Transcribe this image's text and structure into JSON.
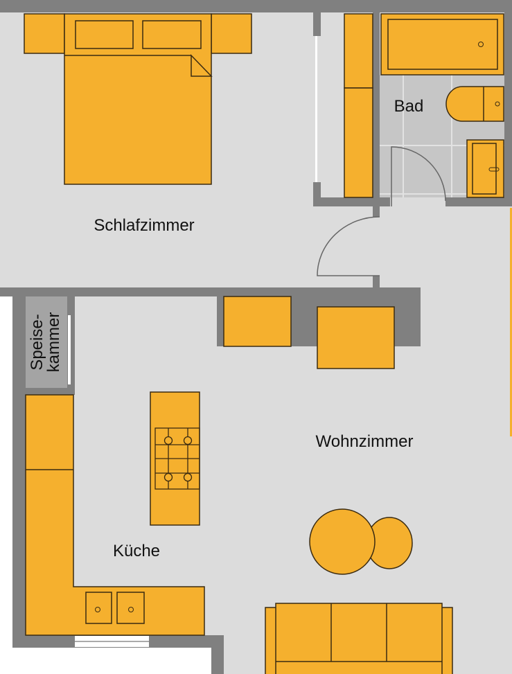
{
  "colors": {
    "wall": "#808080",
    "floor": "#dcdcdc",
    "bath_floor": "#c6c6c6",
    "pantry": "#a4a4a4",
    "furniture": "#f5b02e",
    "outline": "#3a2a10"
  },
  "rooms": {
    "bedroom": "Schlafzimmer",
    "bath": "Bad",
    "living": "Wohnzimmer",
    "kitchen": "Küche",
    "pantry_line1": "Speise-",
    "pantry_line2": "kammer"
  }
}
